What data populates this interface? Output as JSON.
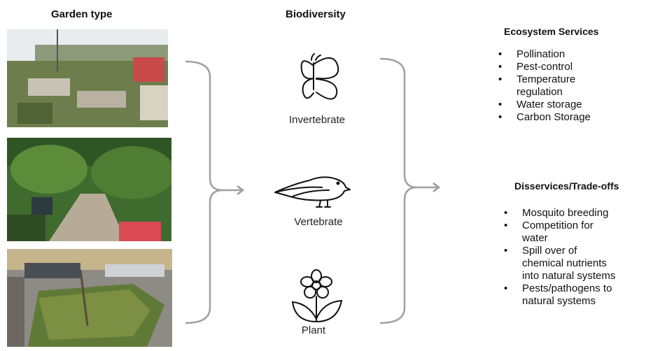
{
  "headers": {
    "garden_type": "Garden type",
    "biodiversity": "Biodiversity"
  },
  "biodiversity": [
    {
      "label": "Invertebrate",
      "icon": "butterfly-icon"
    },
    {
      "label": "Vertebrate",
      "icon": "bird-icon"
    },
    {
      "label": "Plant",
      "icon": "flower-icon"
    }
  ],
  "ecosystem_services": {
    "title": "Ecosystem Services",
    "items": [
      "Pollination",
      "Pest-control",
      "Temperature",
      "regulation",
      "Water storage",
      "Carbon Storage"
    ]
  },
  "disservices": {
    "title": "Disservices/Trade-offs",
    "items": [
      "Mosquito breeding",
      "Competition for",
      "water",
      "Spill over of",
      "chemical nutrients",
      "into natural systems",
      "Pests/pathogens to",
      "natural systems"
    ]
  },
  "colors": {
    "bracket": "#a0a0a0",
    "arrow": "#9a9a9a",
    "icon_stroke": "#111111"
  }
}
